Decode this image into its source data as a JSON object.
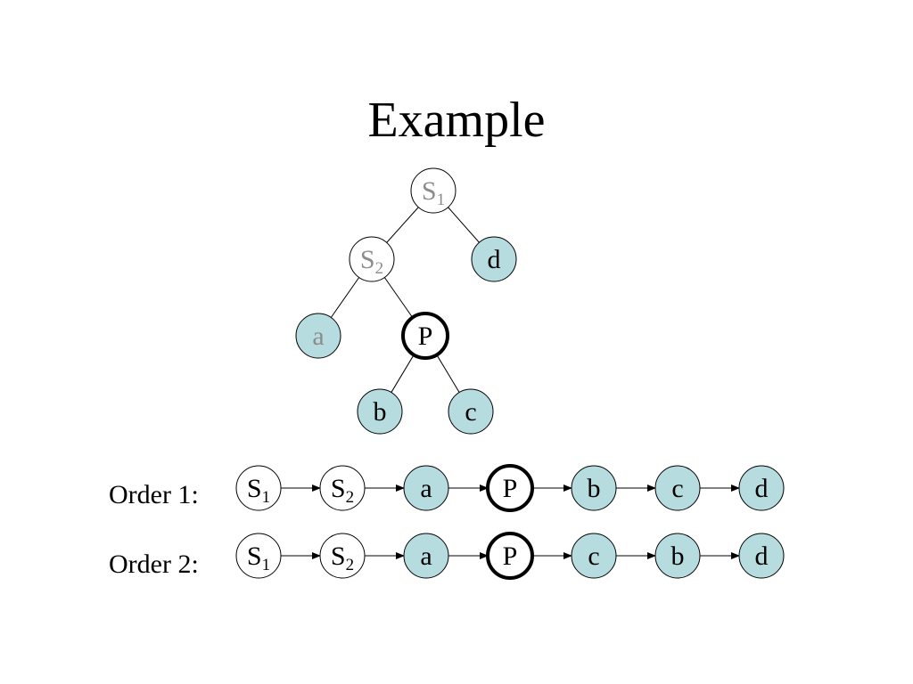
{
  "title": "Example",
  "colors": {
    "leaf_fill": "#b7dce0",
    "plain_fill": "#ffffff",
    "stroke": "#000000",
    "muted_text": "#8c8c8c",
    "text": "#000000"
  },
  "tree": {
    "nodes": [
      {
        "id": "s1",
        "label": "S",
        "sub": "1",
        "style": "plain",
        "muted": true
      },
      {
        "id": "s2",
        "label": "S",
        "sub": "2",
        "style": "plain",
        "muted": true
      },
      {
        "id": "d",
        "label": "d",
        "sub": "",
        "style": "leaf",
        "muted": false
      },
      {
        "id": "a",
        "label": "a",
        "sub": "",
        "style": "leaf",
        "muted": true
      },
      {
        "id": "p",
        "label": "P",
        "sub": "",
        "style": "bold",
        "muted": false
      },
      {
        "id": "b",
        "label": "b",
        "sub": "",
        "style": "leaf",
        "muted": false
      },
      {
        "id": "c",
        "label": "c",
        "sub": "",
        "style": "leaf",
        "muted": false
      }
    ],
    "edges": [
      [
        "s1",
        "s2"
      ],
      [
        "s1",
        "d"
      ],
      [
        "s2",
        "a"
      ],
      [
        "s2",
        "p"
      ],
      [
        "p",
        "b"
      ],
      [
        "p",
        "c"
      ]
    ]
  },
  "orders": [
    {
      "label": "Order 1:",
      "sequence": [
        {
          "label": "S",
          "sub": "1",
          "style": "plain"
        },
        {
          "label": "S",
          "sub": "2",
          "style": "plain"
        },
        {
          "label": "a",
          "sub": "",
          "style": "leaf"
        },
        {
          "label": "P",
          "sub": "",
          "style": "bold"
        },
        {
          "label": "b",
          "sub": "",
          "style": "leaf"
        },
        {
          "label": "c",
          "sub": "",
          "style": "leaf"
        },
        {
          "label": "d",
          "sub": "",
          "style": "leaf"
        }
      ]
    },
    {
      "label": "Order 2:",
      "sequence": [
        {
          "label": "S",
          "sub": "1",
          "style": "plain"
        },
        {
          "label": "S",
          "sub": "2",
          "style": "plain"
        },
        {
          "label": "a",
          "sub": "",
          "style": "leaf"
        },
        {
          "label": "P",
          "sub": "",
          "style": "bold"
        },
        {
          "label": "c",
          "sub": "",
          "style": "leaf"
        },
        {
          "label": "b",
          "sub": "",
          "style": "leaf"
        },
        {
          "label": "d",
          "sub": "",
          "style": "leaf"
        }
      ]
    }
  ]
}
